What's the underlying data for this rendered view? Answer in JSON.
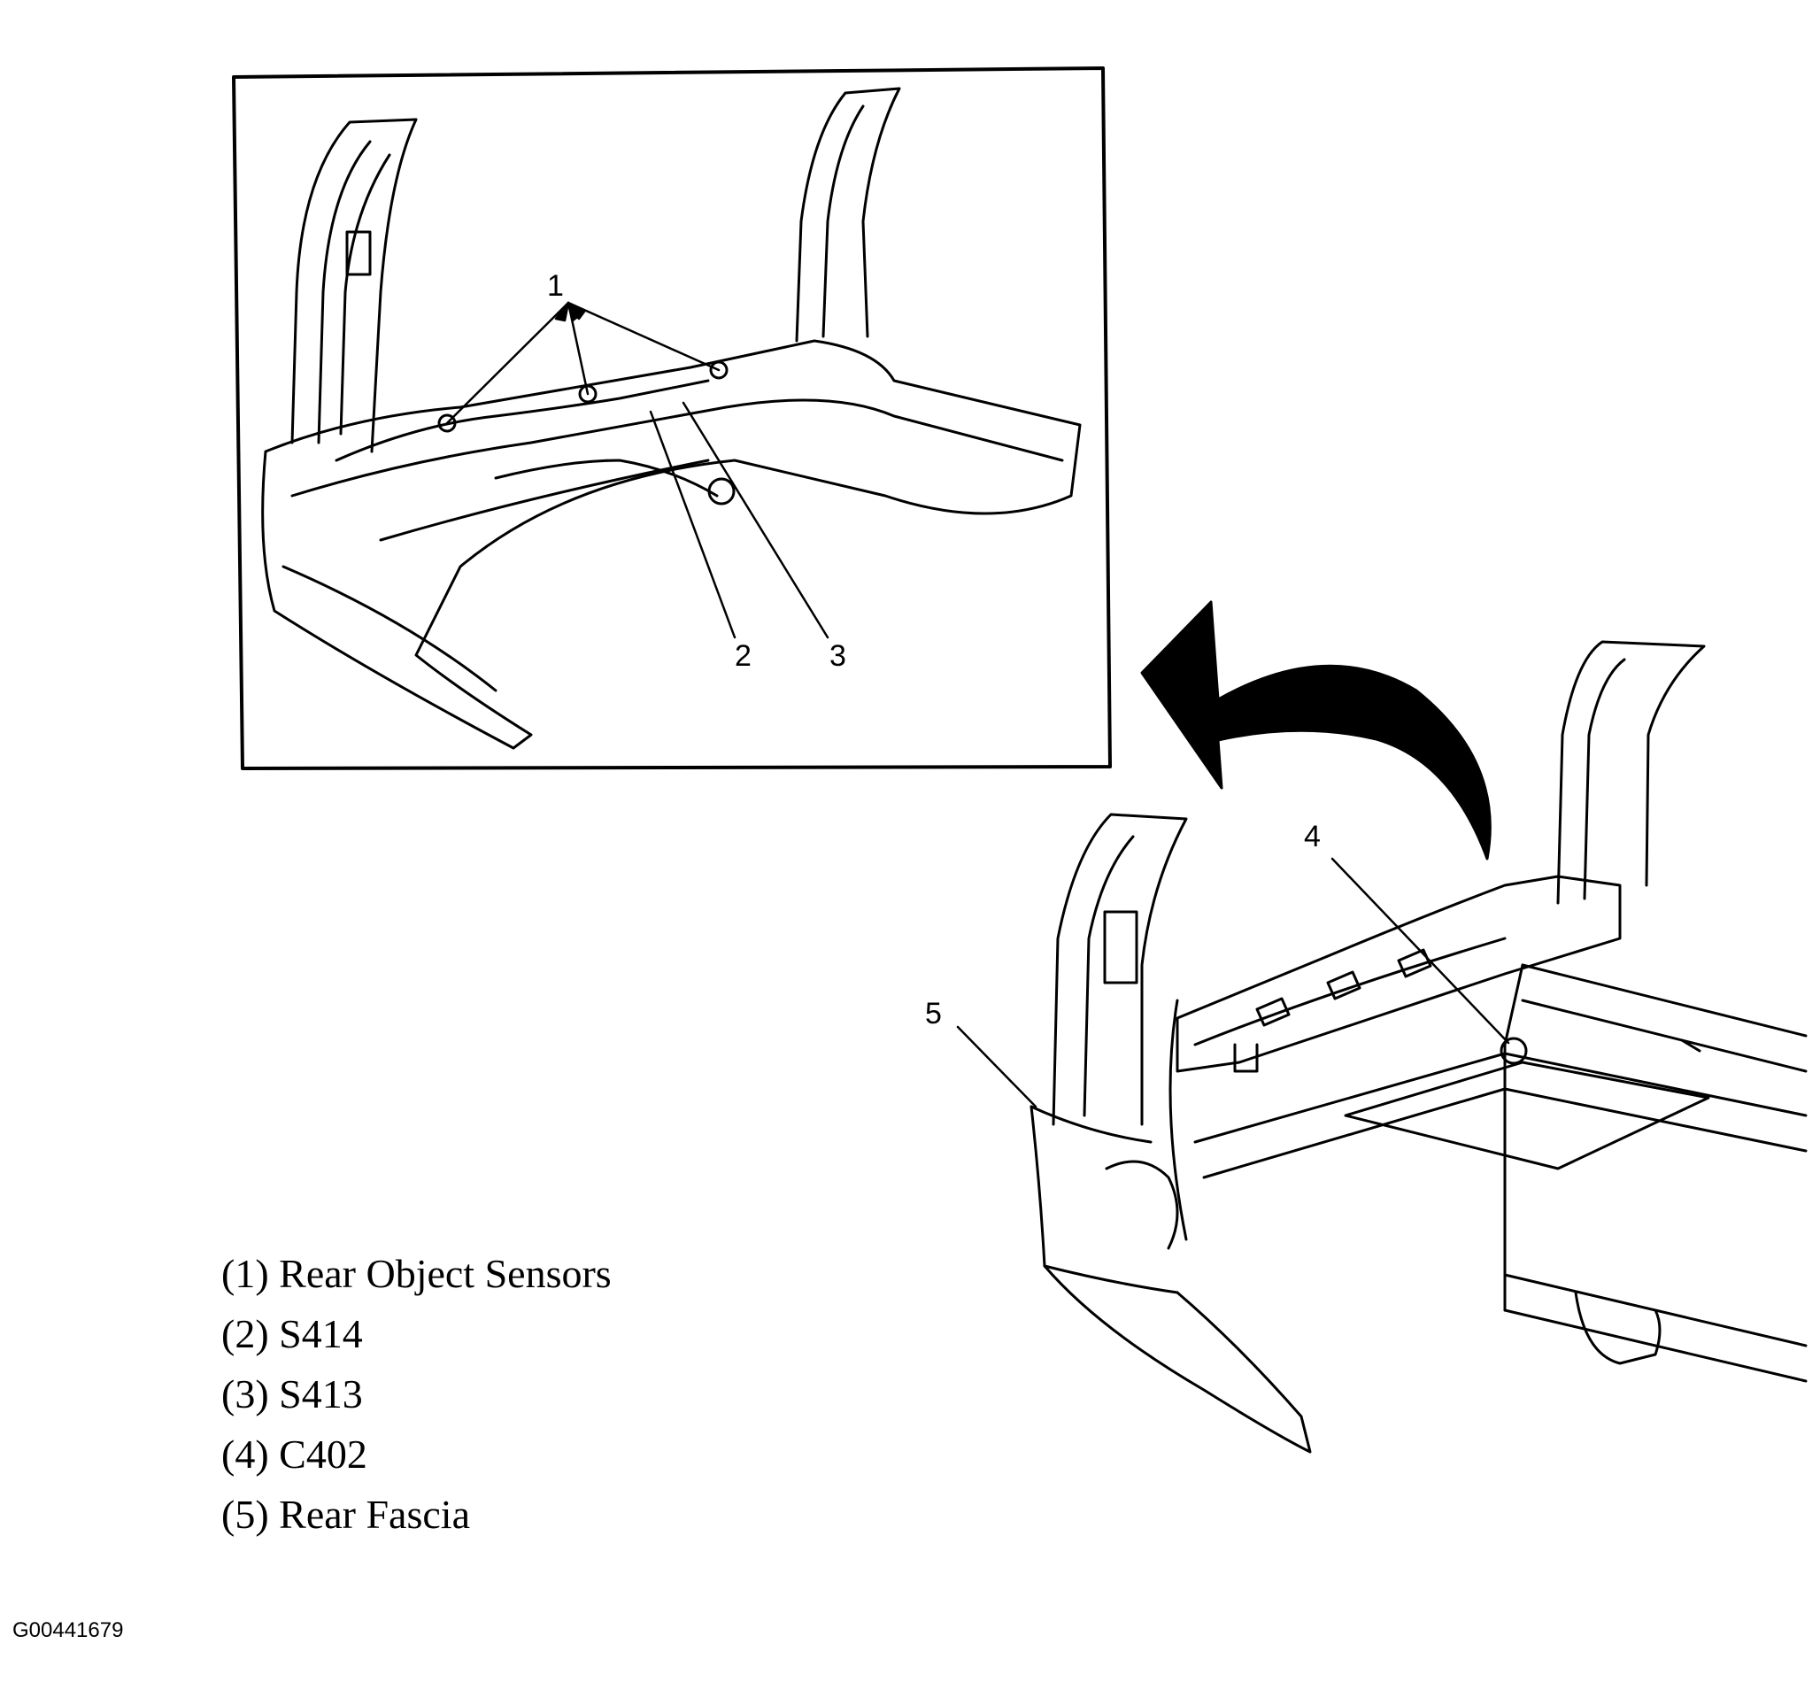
{
  "callouts": {
    "c1": "1",
    "c2": "2",
    "c3": "3",
    "c4": "4",
    "c5": "5"
  },
  "legend": [
    {
      "num": "(1)",
      "label": "Rear Object Sensors"
    },
    {
      "num": "(2)",
      "label": "S414"
    },
    {
      "num": "(3)",
      "label": "S413"
    },
    {
      "num": "(4)",
      "label": "C402"
    },
    {
      "num": "(5)",
      "label": "Rear Fascia"
    }
  ],
  "figure_id": "G00441679"
}
